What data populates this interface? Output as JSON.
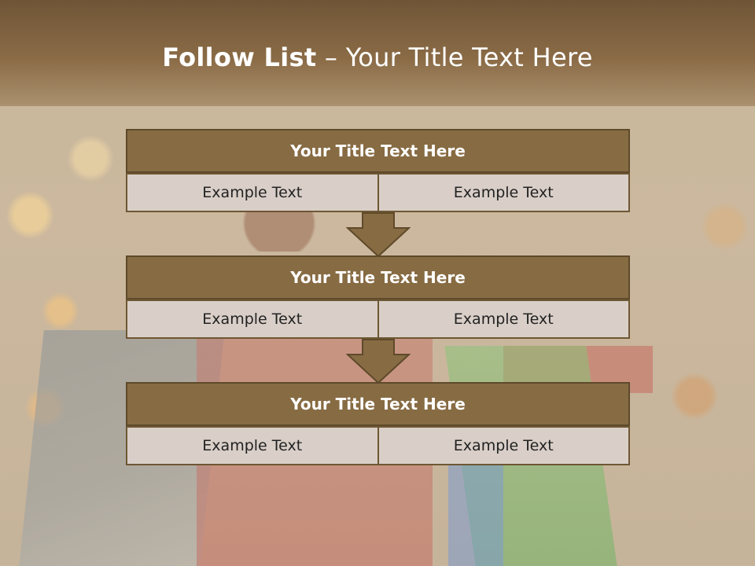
{
  "slide": {
    "title_strong": "Follow List",
    "title_rest": " – Your Title Text Here"
  },
  "blocks": [
    {
      "title": "Your Title Text Here",
      "left": "Example Text",
      "right": "Example Text"
    },
    {
      "title": "Your Title Text Here",
      "left": "Example Text",
      "right": "Example Text"
    },
    {
      "title": "Your Title Text Here",
      "left": "Example Text",
      "right": "Example Text"
    }
  ],
  "colors": {
    "header_fill": "#876b43",
    "cell_fill": "#d9cfc8",
    "arrow_fill": "#876b43",
    "title_band": "#7a5f3e"
  },
  "background_image": "holiday-shopping-photo"
}
